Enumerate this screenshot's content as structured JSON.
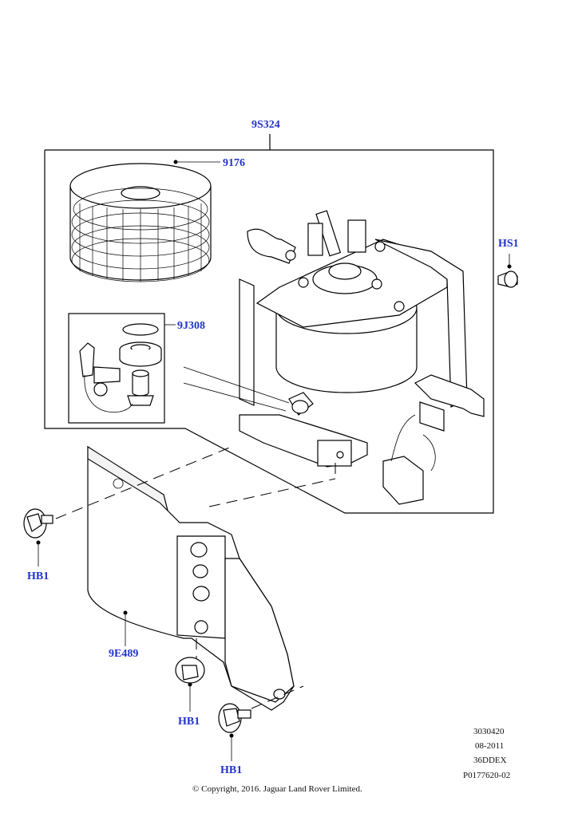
{
  "callouts": {
    "assembly": "9S324",
    "filter_element": "9176",
    "sensor_kit": "9J308",
    "bolt_hs1": "HS1",
    "heat_shield": "9E489",
    "bolt_hb1_left": "HB1",
    "bolt_hb1_bottom": "HB1",
    "bolt_hb1_right": "HB1"
  },
  "reference": {
    "line1": "3030420",
    "line2": "08-2011",
    "line3": "36DDEX",
    "line4": "P0177620-02"
  },
  "copyright": "© Copyright, 2016. Jaguar Land Rover Limited.",
  "colors": {
    "callout": "#2233cc",
    "lines": "#000000",
    "background": "#ffffff"
  }
}
